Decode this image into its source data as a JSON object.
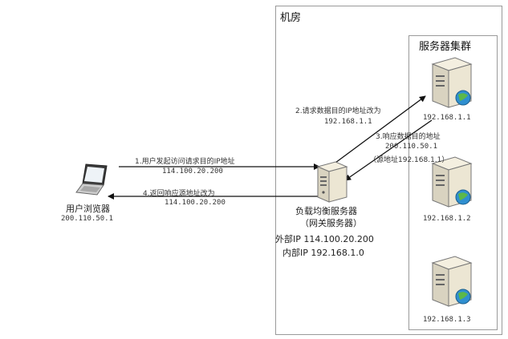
{
  "room": {
    "title": "机房"
  },
  "cluster": {
    "title": "服务器集群",
    "servers": [
      {
        "ip": "192.168.1.1"
      },
      {
        "ip": "192.168.1.2"
      },
      {
        "ip": "192.168.1.3"
      }
    ]
  },
  "client": {
    "label": "用户浏览器",
    "ip": "200.110.50.1"
  },
  "load_balancer": {
    "name": "负载均衡服务器",
    "subtitle": "（网关服务器）",
    "external": "外部IP 114.100.20.200",
    "internal": "内部IP 192.168.1.0"
  },
  "steps": {
    "s1_text": "1.用户发起访问请求目的IP地址",
    "s1_ip": "114.100.20.200",
    "s2_text": "2.请求数据目的IP地址改为",
    "s2_ip": "192.168.1.1",
    "s3_text": "3.响应数据目的地址",
    "s3_ip": "200.110.50.1",
    "s3_note": "（源地址192.168.1.1）",
    "s4_text": "4.返回响应源地址改为",
    "s4_ip": "114.100.20.200"
  },
  "colors": {
    "line": "#111111",
    "border": "#9a9a9a",
    "globe": "#2f8fd0"
  }
}
